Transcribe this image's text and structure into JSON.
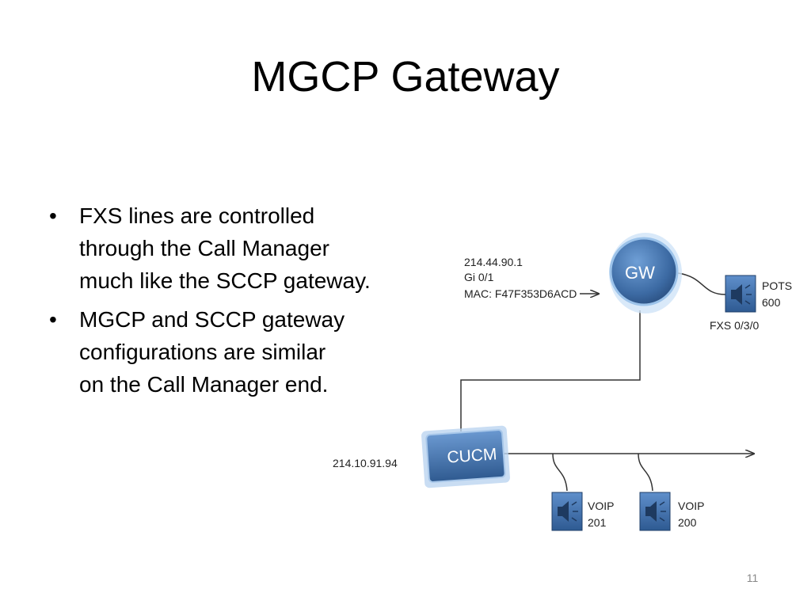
{
  "slide": {
    "title": "MGCP Gateway",
    "bullets": [
      {
        "lines": [
          "FXS lines are controlled",
          "through the Call Manager",
          "much like the SCCP gateway."
        ]
      },
      {
        "lines": [
          "MGCP and SCCP gateway",
          "configurations are similar",
          "on the Call Manager end."
        ]
      }
    ],
    "page_number": "11"
  },
  "diagram": {
    "gateway": {
      "label": "GW",
      "ip": "214.44.90.1",
      "interface": "Gi 0/1",
      "mac": "MAC: F47F353D6ACD"
    },
    "cucm": {
      "label": "CUCM",
      "ip": "214.10.91.94"
    },
    "phones": {
      "pots": {
        "line1": "POTS",
        "line2": "600",
        "port": "FXS 0/3/0"
      },
      "voip_201": {
        "line1": "VOIP",
        "line2": "201"
      },
      "voip_200": {
        "line1": "VOIP",
        "line2": "200"
      }
    },
    "colors": {
      "node_blue": "#3f6fa8",
      "node_light": "#8fb6e3",
      "line": "#333333"
    },
    "icons": {
      "phone": "speaker-icon"
    }
  }
}
